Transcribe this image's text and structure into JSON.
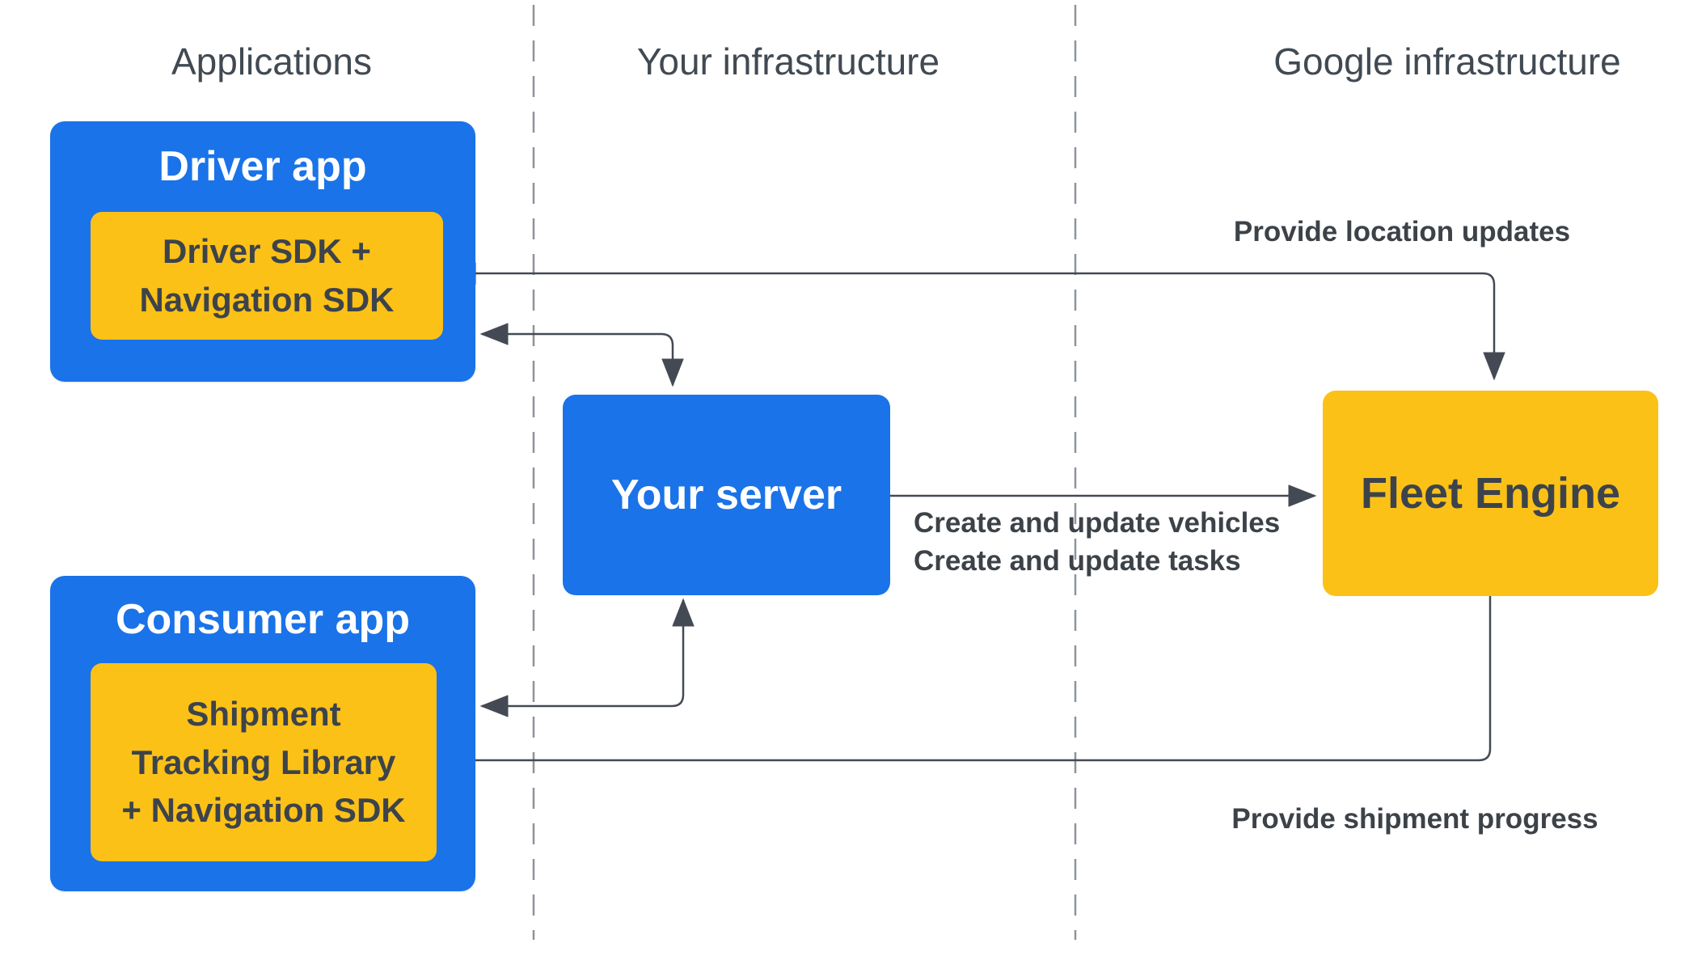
{
  "colors": {
    "blue": "#1a73e8",
    "yellow": "#fcc117",
    "connector": "#444a53",
    "divider": "#8d949c",
    "text_dark": "#3c4248",
    "text_white": "#ffffff"
  },
  "columns": [
    {
      "label": "Applications"
    },
    {
      "label": "Your infrastructure"
    },
    {
      "label": "Google infrastructure"
    }
  ],
  "nodes": {
    "driver_app": {
      "title": "Driver app"
    },
    "driver_sdk": {
      "lines": [
        "Driver SDK +",
        "Navigation SDK"
      ]
    },
    "consumer_app": {
      "title": "Consumer app"
    },
    "shipment_library": {
      "lines": [
        "Shipment",
        "Tracking Library",
        "+ Navigation SDK"
      ]
    },
    "your_server": {
      "title": "Your server"
    },
    "fleet_engine": {
      "title": "Fleet Engine"
    }
  },
  "edge_labels": {
    "location_updates": "Provide location updates",
    "server_to_fleet": [
      "Create and update vehicles",
      "Create and update tasks"
    ],
    "shipment_progress": "Provide shipment progress"
  }
}
